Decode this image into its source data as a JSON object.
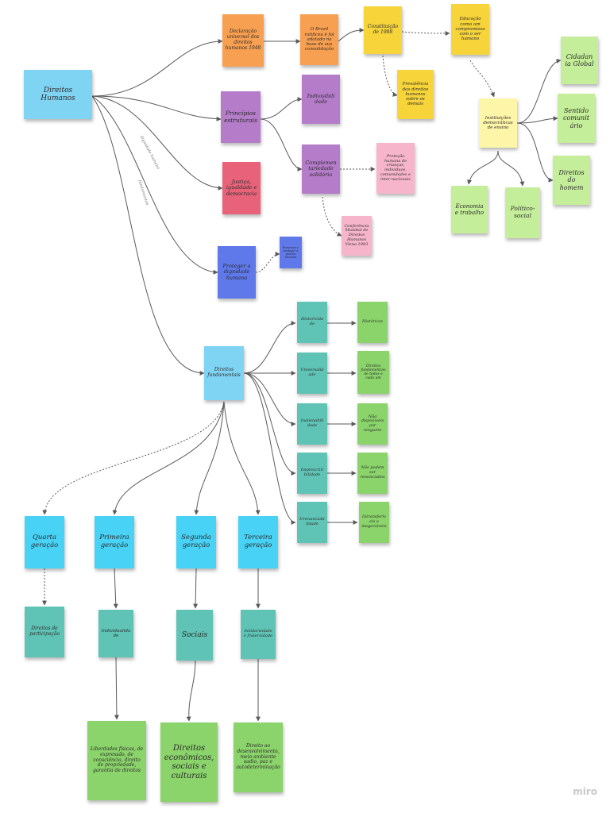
{
  "colors": {
    "orange": "#f8a051",
    "yellow": "#f6d43a",
    "lightyellow": "#fdf5a8",
    "purple": "#b57cca",
    "pink": "#e8637a",
    "lightpink": "#f7b5cc",
    "blue": "#5f79ea",
    "lightblue": "#80d4f3",
    "cyan": "#48d2f5",
    "teal": "#5fc3b5",
    "green": "#8bd36b",
    "lightgreen": "#c5ee9a",
    "line": "#5a5a5a"
  },
  "nodes": [
    {
      "id": "direitos-humanos",
      "text": "Direitos Humanos",
      "color": "lightblue"
    },
    {
      "id": "declaracao",
      "text": "Declaração universal dos direitos humanos 1948",
      "color": "orange"
    },
    {
      "id": "brasil",
      "text": "O Brasil ratificou é foi adotado na base de sua consolidação",
      "color": "orange"
    },
    {
      "id": "constituicao",
      "text": "Constituição de 1988",
      "color": "yellow"
    },
    {
      "id": "educacao",
      "text": "Educação como um compromisso com o ser humano",
      "color": "yellow"
    },
    {
      "id": "prevalencia",
      "text": "Prevalência dos direitos humanos sobre os demais",
      "color": "yellow"
    },
    {
      "id": "principios",
      "text": "Princípios estruturais",
      "color": "purple"
    },
    {
      "id": "indivisibilidade",
      "text": "Indivisibili dade",
      "color": "purple"
    },
    {
      "id": "complementariedade",
      "text": "Complemen tariedade solidária",
      "color": "purple"
    },
    {
      "id": "protecao",
      "text": "Proteção humana de crianças, indivíduos, comunidades e inter-nacionais",
      "color": "lightpink"
    },
    {
      "id": "conferencia",
      "text": "Conferência Mundial de Direitos Humanos Viena 1993",
      "color": "lightpink"
    },
    {
      "id": "justica",
      "text": "Justiça, igualdade e democracia",
      "color": "pink"
    },
    {
      "id": "proteger",
      "text": "Proteger a dignidade humana",
      "color": "blue"
    },
    {
      "id": "proteger-note",
      "text": "Preservar e proteger a pessoa humana",
      "color": "blue"
    },
    {
      "id": "instituicoes",
      "text": "Instituições democráticas de ensino",
      "color": "lightyellow"
    },
    {
      "id": "cidadania",
      "text": "Cidadan ia Global",
      "color": "lightgreen"
    },
    {
      "id": "sentido",
      "text": "Sentido comunit ário",
      "color": "lightgreen"
    },
    {
      "id": "direitos-homem",
      "text": "Direitos do homem",
      "color": "lightgreen"
    },
    {
      "id": "economia",
      "text": "Economia e trabalho",
      "color": "lightgreen"
    },
    {
      "id": "politico",
      "text": "Político-social",
      "color": "lightgreen"
    },
    {
      "id": "direitos-fundamentais",
      "text": "Direitos fundamentais",
      "color": "lightblue"
    },
    {
      "id": "historicidade",
      "text": "Historicida de",
      "color": "teal"
    },
    {
      "id": "universalidade",
      "text": "Universalid ade",
      "color": "teal"
    },
    {
      "id": "inalienabilidade",
      "text": "Inalienabili dade",
      "color": "teal"
    },
    {
      "id": "imprescritibilidade",
      "text": "Imprescriti bilidade",
      "color": "teal"
    },
    {
      "id": "irrenunciabilidade",
      "text": "Irrenunciabi lidade",
      "color": "teal"
    },
    {
      "id": "hist-note",
      "text": "Históricos",
      "color": "green"
    },
    {
      "id": "univ-note",
      "text": "Direitos fundamentais de todos e cada um",
      "color": "green"
    },
    {
      "id": "inal-note",
      "text": "Não disponíveis por ninguém",
      "color": "green"
    },
    {
      "id": "impr-note",
      "text": "Não podem ser renunciados",
      "color": "green"
    },
    {
      "id": "irren-note",
      "text": "Intransferíveis e inegociáveis",
      "color": "green"
    },
    {
      "id": "quarta",
      "text": "Quarta geração",
      "color": "cyan"
    },
    {
      "id": "primeira",
      "text": "Primeira geração",
      "color": "cyan"
    },
    {
      "id": "segunda",
      "text": "Segunda geração",
      "color": "cyan"
    },
    {
      "id": "terceira",
      "text": "Terceira geração",
      "color": "cyan"
    },
    {
      "id": "participacao",
      "text": "Direitos de participação",
      "color": "teal"
    },
    {
      "id": "individualidade",
      "text": "Individualidade",
      "color": "teal"
    },
    {
      "id": "sociais",
      "text": "Sociais",
      "color": "teal"
    },
    {
      "id": "fraternidade",
      "text": "Solidariedade e fraternidade",
      "color": "teal"
    },
    {
      "id": "liberdades",
      "text": "Liberdades físicas, de expressão, de consciência, direito de propriedade, garantia de direitos",
      "color": "green"
    },
    {
      "id": "economicos",
      "text": "Direitos econômicos, sociais e culturais",
      "color": "green"
    },
    {
      "id": "desenvolvimento",
      "text": "Direito ao desenvolvimento, meio ambiente sadio, paz e autodeterminação",
      "color": "green"
    }
  ],
  "edge_labels": [
    {
      "id": "label-1",
      "text": "dignidade humana"
    },
    {
      "id": "label-2",
      "text": "fundamentos"
    }
  ],
  "brand": "miro"
}
